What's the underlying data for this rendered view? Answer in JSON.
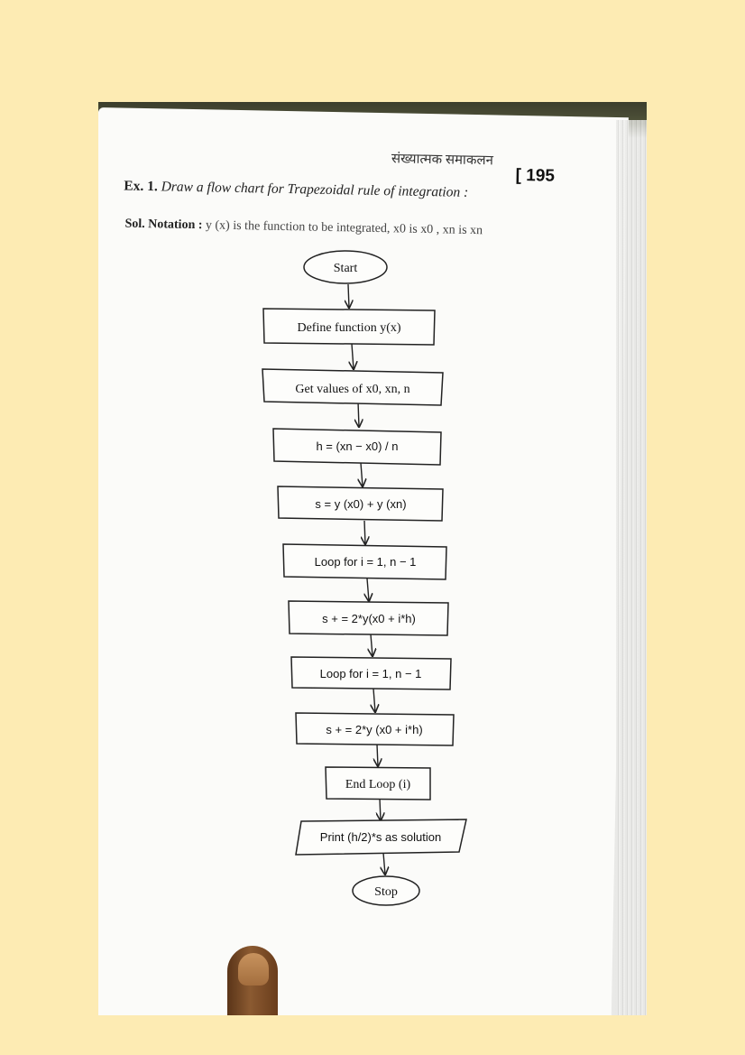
{
  "page": {
    "header_hindi": "संख्यात्मक समाकलन",
    "page_number": "[ 195",
    "example_label": "Ex. 1.",
    "example_text": "Draw a flow chart for Trapezoidal rule of integration :",
    "solution_label": "Sol. Notation :",
    "solution_text": "y (x) is the function to be integrated, x0 is x0 , xn is xn"
  },
  "flowchart": {
    "start": "Start",
    "define": "Define function y(x)",
    "get_values": "Get values of x0, xn, n",
    "h_calc": "h = (xn − x0) / n",
    "s_init": "s = y (x0) + y (xn)",
    "loop1": "Loop for i = 1, n − 1",
    "sum1": "s + = 2*y(x0 + i*h)",
    "loop2": "Loop for i = 1, n − 1",
    "sum2": "s + = 2*y (x0 + i*h)",
    "end_loop": "End Loop (i)",
    "print": "Print (h/2)*s as solution",
    "stop": "Stop"
  }
}
